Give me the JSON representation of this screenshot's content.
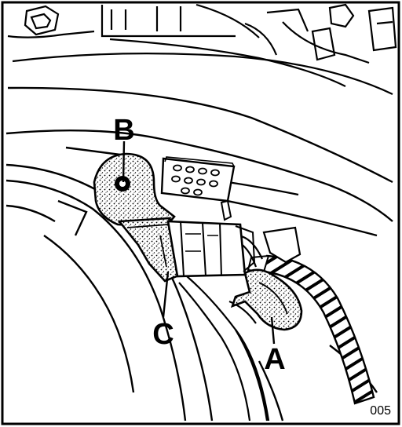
{
  "callouts": {
    "a": "A",
    "b": "B",
    "c": "C"
  },
  "figure_number": "005",
  "colors": {
    "ink": "#000000",
    "paper": "#ffffff"
  }
}
